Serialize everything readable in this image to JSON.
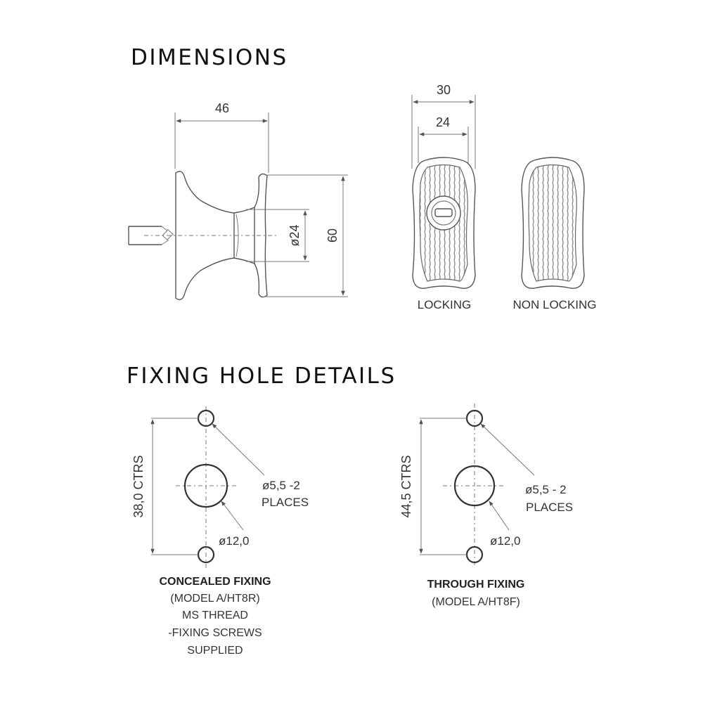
{
  "headings": {
    "dimensions": "DIMENSIONS",
    "fixing": "FIXING HOLE DETAILS"
  },
  "side_view": {
    "width": "46",
    "diameter": "ø24",
    "height": "60"
  },
  "front_views": {
    "outer_width": "30",
    "inner_width": "24",
    "locking": "LOCKING",
    "non_locking": "NON LOCKING"
  },
  "concealed": {
    "centers": "38,0 CTRS",
    "small_hole_line1": "ø5,5  -2",
    "small_hole_line2": "PLACES",
    "large_hole": "ø12,0",
    "title": "CONCEALED FIXING",
    "model": "(MODEL A/HT8R)",
    "note1": "MS THREAD",
    "note2": "-FIXING SCREWS",
    "note3": "SUPPLIED"
  },
  "through": {
    "centers": "44,5 CTRS",
    "small_hole_line1": "ø5,5 - 2",
    "small_hole_line2": "PLACES",
    "large_hole": "ø12,0",
    "title": "THROUGH FIXING",
    "model": "(MODEL A/HT8F)"
  }
}
